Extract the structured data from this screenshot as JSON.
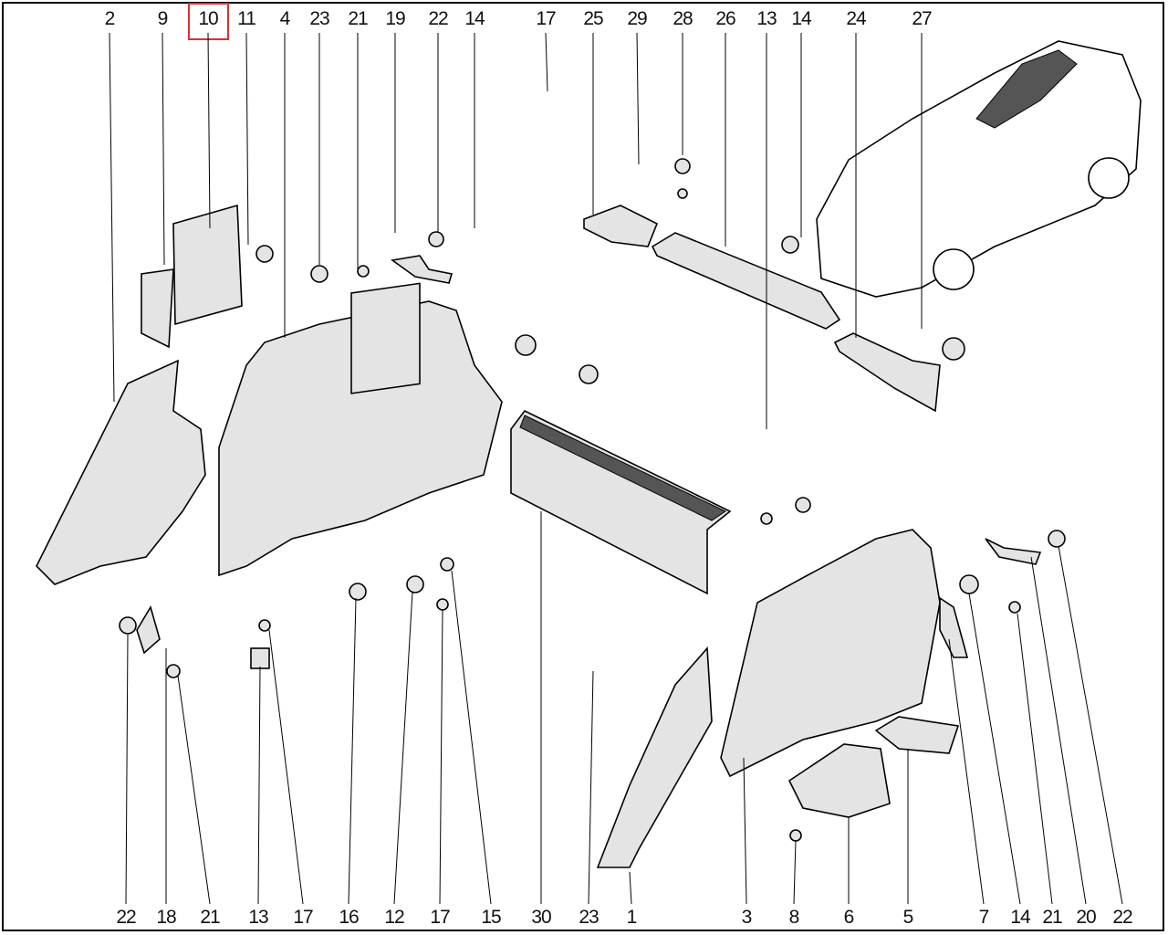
{
  "diagram": {
    "title_labels_top": [
      "2",
      "9",
      "10",
      "11",
      "4",
      "23",
      "21",
      "19",
      "22",
      "14",
      "17",
      "25",
      "29",
      "28",
      "26",
      "13",
      "14",
      "24",
      "27"
    ],
    "title_labels_bottom": [
      "22",
      "18",
      "21",
      "13",
      "17",
      "16",
      "12",
      "17",
      "15",
      "30",
      "23",
      "1",
      "3",
      "8",
      "6",
      "5",
      "7",
      "14",
      "21",
      "20",
      "22"
    ],
    "highlighted_label": "10",
    "highlight_color": "#e03030"
  }
}
